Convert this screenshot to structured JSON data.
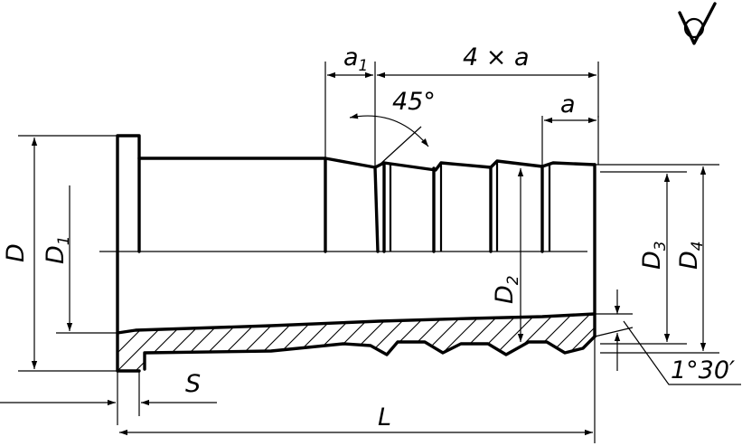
{
  "labels": {
    "D": "D",
    "D1_main": "D",
    "D1_sub": "1",
    "D2_main": "D",
    "D2_sub": "2",
    "D3_main": "D",
    "D3_sub": "3",
    "D4_main": "D",
    "D4_sub": "4",
    "a1_main": "a",
    "a1_sub": "1",
    "four_a": "4 × a",
    "a": "a",
    "angle_45": "45°",
    "angle_1_30": "1°30′",
    "S": "S",
    "L": "L"
  },
  "icons": {
    "roughness": "surface-roughness-icon"
  }
}
